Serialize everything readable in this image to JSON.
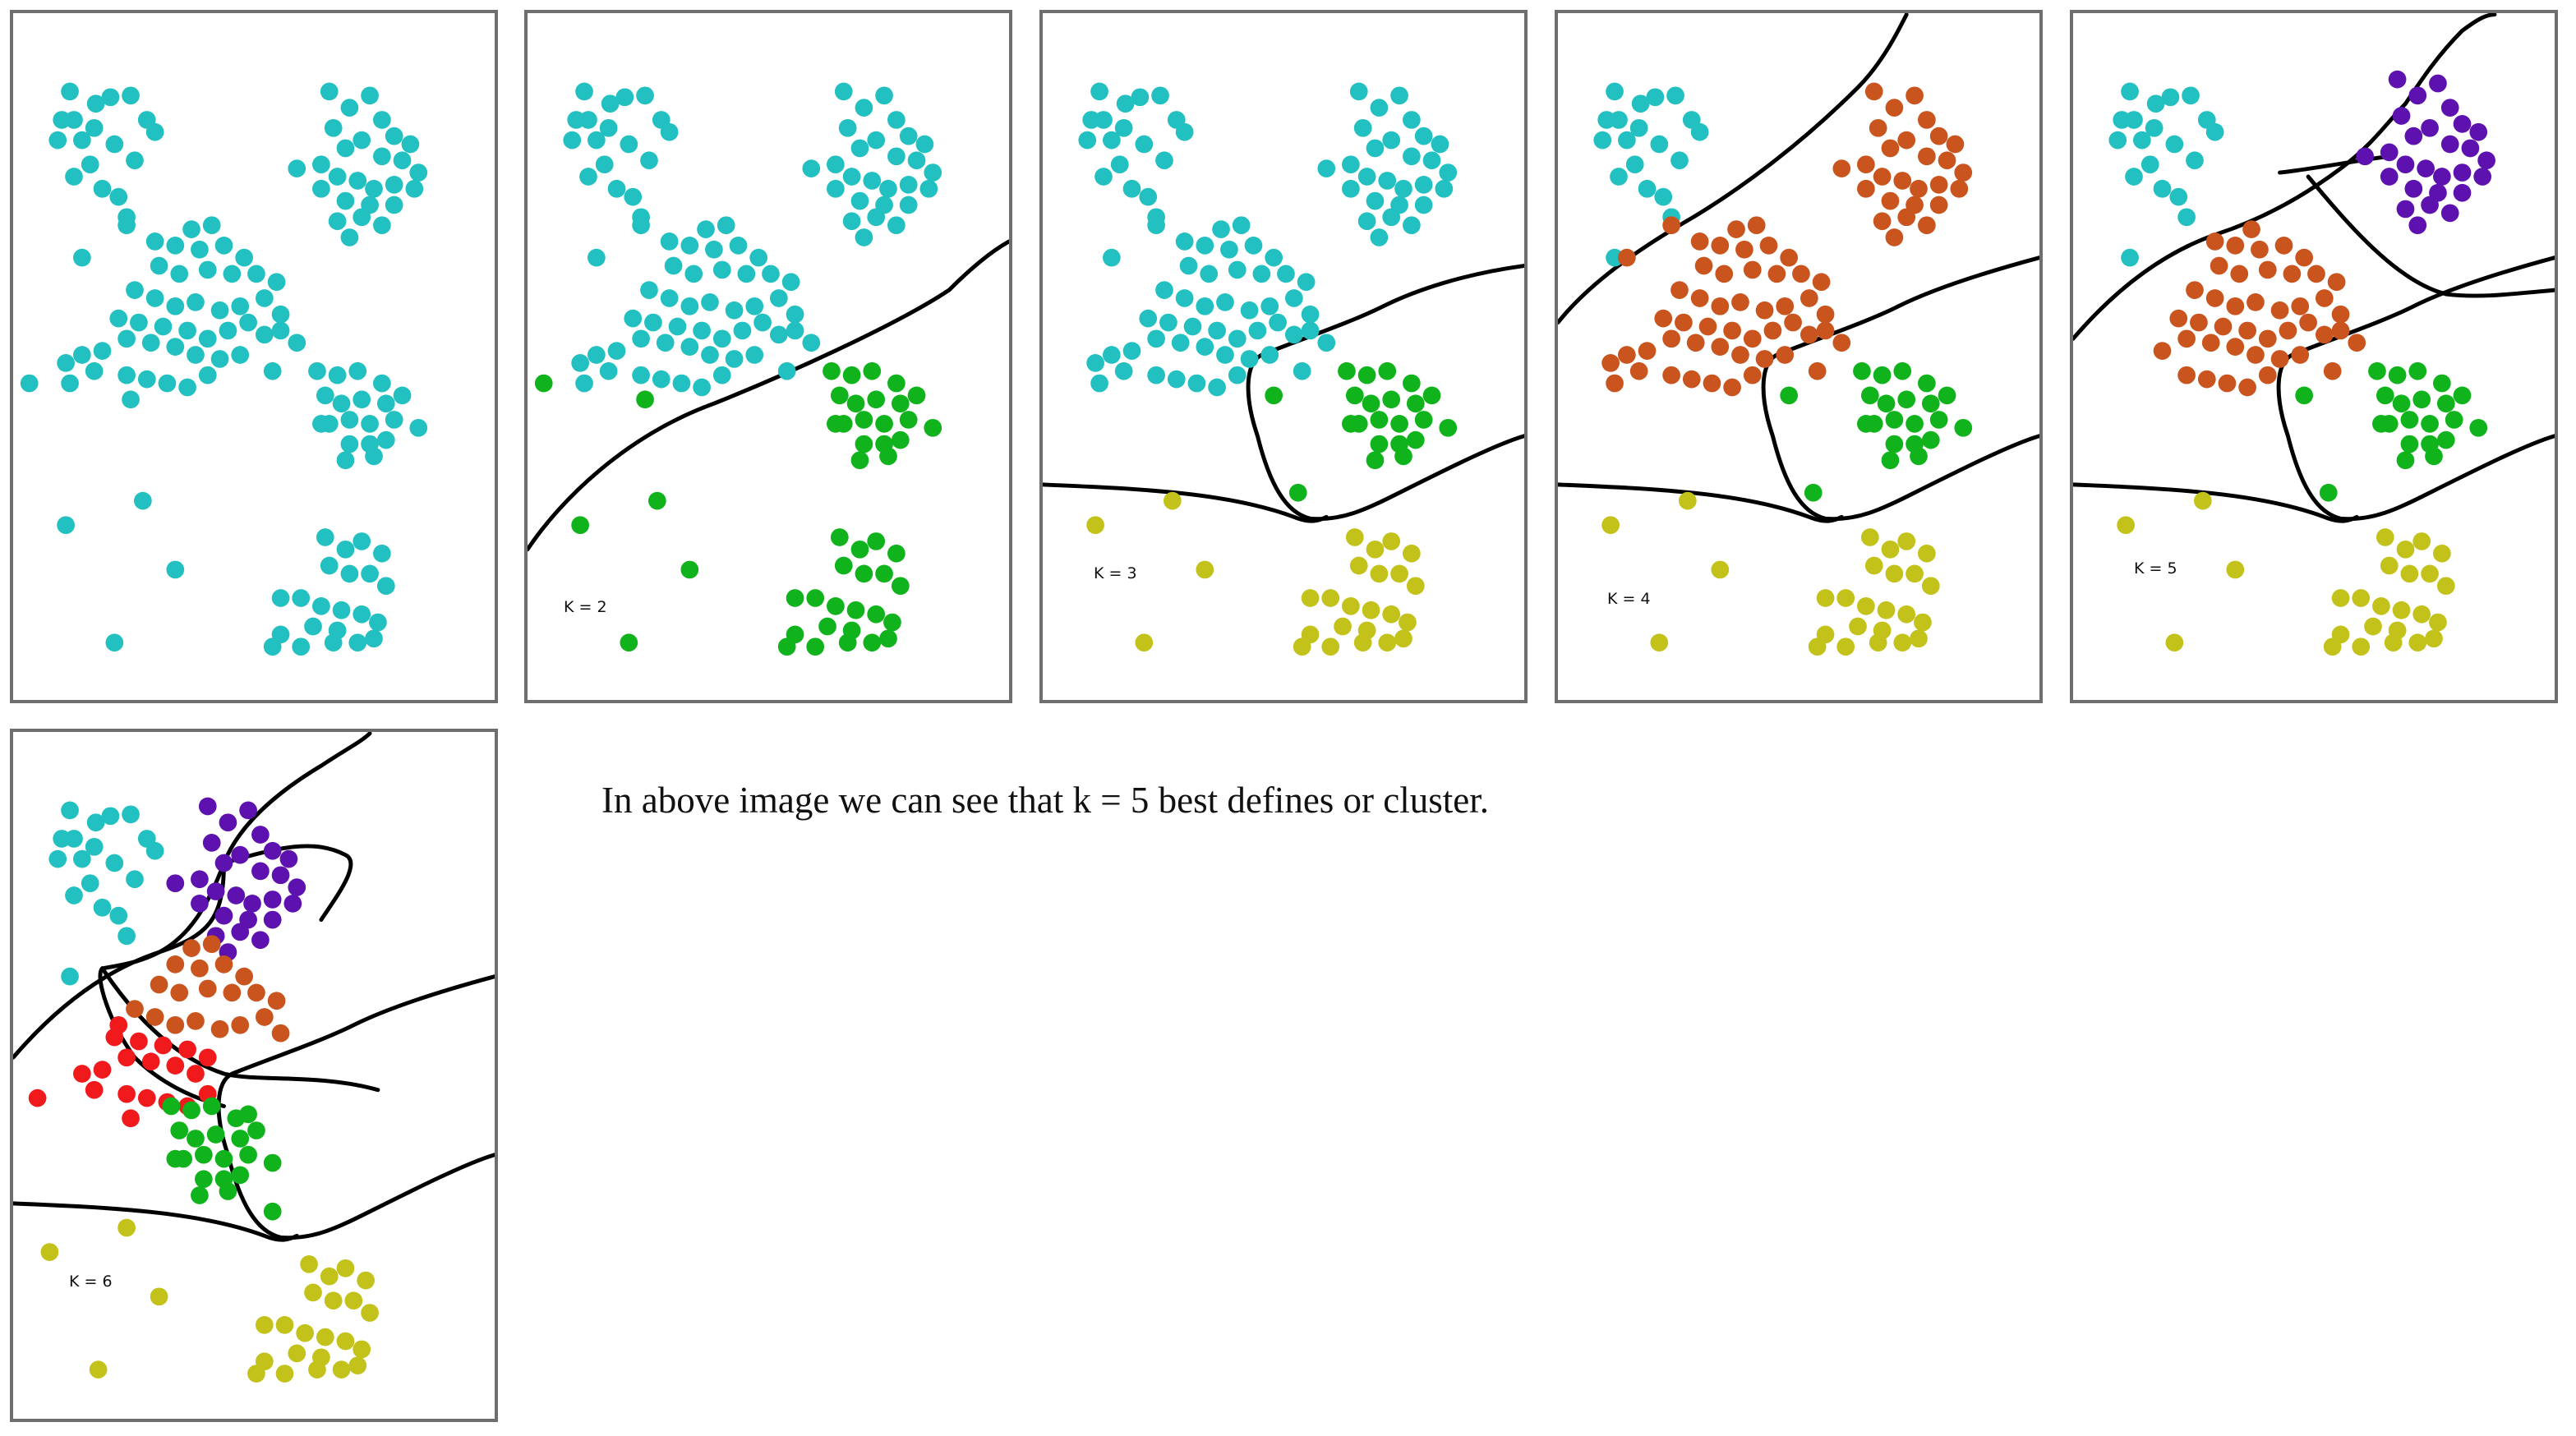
{
  "colors": {
    "cyan": "#22c0c0",
    "green": "#10b31c",
    "yellow": "#c2c21a",
    "orange": "#c9541e",
    "purple": "#5d12b0",
    "red": "#f0191c",
    "border": "#6e6e6e",
    "boundary": "#000000"
  },
  "panels": [
    {
      "id": "p1",
      "k_label": ""
    },
    {
      "id": "p2",
      "k_label": "K = 2"
    },
    {
      "id": "p3",
      "k_label": "K = 3"
    },
    {
      "id": "p4",
      "k_label": "K = 4"
    },
    {
      "id": "p5",
      "k_label": "K = 5"
    },
    {
      "id": "p6",
      "k_label": "K = 6"
    }
  ],
  "caption": "In above image we can see that k = 5 best defines or cluster."
}
